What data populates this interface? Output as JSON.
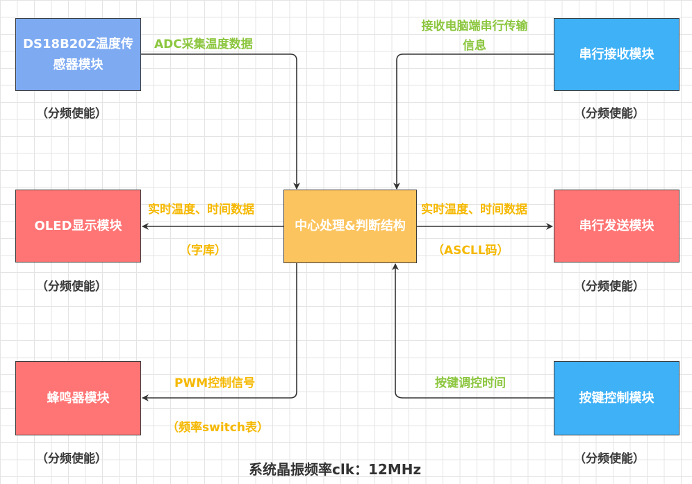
{
  "colors": {
    "sensor": "#7eaaf2",
    "serial_blue": "#3fb1f7",
    "red_block": "#ff7575",
    "center": "#fcc45e",
    "label_green": "#8cc63f",
    "label_orange": "#f5b800",
    "line": "#333333"
  },
  "blocks": {
    "ds18b20": "DS18B20Z温度传感器模块",
    "serial_rx": "串行接收模块",
    "oled": "OLED显示模块",
    "center": "中心处理&判断结构",
    "serial_tx": "串行发送模块",
    "buzzer": "蜂鸣器模块",
    "keys": "按键控制模块"
  },
  "labels": {
    "adc": "ADC采集温度数据",
    "rx_info": "接收电脑端串行传输信息",
    "oled_data": "实时温度、时间数据",
    "font_lib": "（字库）",
    "tx_data": "实时温度、时间数据",
    "ascii": "（ASCLL码）",
    "pwm": "PWM控制信号",
    "freq_table": "（频率switch表）",
    "key_time": "按键调控时间"
  },
  "notes": {
    "freq_div": "（分频使能）"
  },
  "footer": {
    "clock": "系统晶振频率clk：12MHz"
  }
}
